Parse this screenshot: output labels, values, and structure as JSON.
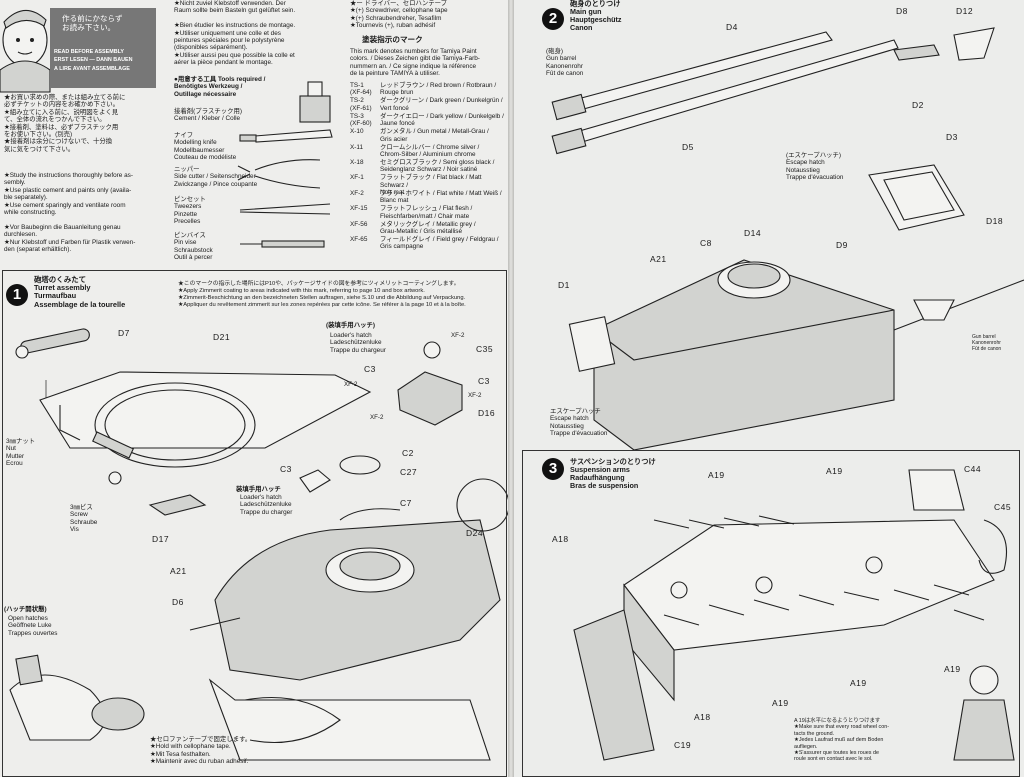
{
  "header": {
    "jp_note": "作る前にかならず\nお読み下さい。",
    "en_note": "READ BEFORE ASSEMBLY",
    "de_note": "ERST LESEN — DANN BAUEN",
    "fr_note": "A LIRE AVANT ASSEMBLAGE"
  },
  "left_intro": {
    "jp_text": "★お買い求めの際、または組み立てる前に\n必ずチケットの内容をお確かめ下さい。\n★組み立てに入る前に、説明図をよく見\nて、全体の流れをつかんで下さい。\n★接着剤、塗料は、必ずプラスチック用\nをお使い下さい。(別売)\n★接着剤は余分につけないで、十分換\n気に気をつけて下さい。",
    "en_text": "★Study the instructions thoroughly before as-\nsembly.\n★Use plastic cement and paints only (availa-\nble separately).\n★Use cement sparingly and ventilate room\nwhile constructing.",
    "de_text": "★Vor Baubeginn die Bauanleitung genau\ndurchlesen.\n★Nur Klebstoff und Farben für Plastik verwen-\nden (separat erhältlich)."
  },
  "mid_intro": {
    "text": "★Nicht zuviel Klebstoff verwenden. Der\nRaum sollte beim Basteln gut gelüftet sein.\n\n★Bien étudier les instructions de montage.\n★Utiliser uniquement une colle et des\npeintures spéciales pour le polystyrène\n(disponibles séparément).\n★Utiliser aussi peu que possible la colle et\naérer la pièce pendant le montage.",
    "tools_title": "●用意する工具 Tools required /\nBenötigtes Werkzeug /\nOutillage nécessaire",
    "tools": [
      {
        "name": "接着剤(プラスチック用)\nCement / Kleber / Colle"
      },
      {
        "name": "ナイフ\nModelling knife\nModellbaumesser\nCouteau de modéliste"
      },
      {
        "name": "ニッパー\nSide cutter / Seitenschneider\nZwickzange / Pince coupante"
      },
      {
        "name": "ピンセット\nTweezers\nPinzette\nPrecelles"
      },
      {
        "name": "ピンバイス\nPin vise\nSchraubstock\nOutil à percer"
      }
    ]
  },
  "paint_block": {
    "tool_lines": "★ー ドライバー、セロハンテープ\n★(+) Screwdriver, cellophane tape\n★(+) Schraubendreher, Tesafilm\n★Tournevis (+), ruban adhésif",
    "title": "塗装指示のマーク",
    "desc": "This mark denotes numbers for Tamiya Paint\ncolors. / Dieses Zeichen gibt die Tamiya-Farb-\nnummern an. / Ce signe indique la référence\nde la peinture TAMIYA à utiliser.",
    "colors": [
      {
        "code": "TS-1\n(XF-64)",
        "name": "レッドブラウン / Red brown / Rotbraun /\nRouge brun"
      },
      {
        "code": "TS-2\n(XF-61)",
        "name": "ダークグリーン / Dark green / Dunkelgrün /\nVert foncé"
      },
      {
        "code": "TS-3\n(XF-60)",
        "name": "ダークイエロー / Dark yellow / Dunkelgelb /\nJaune foncé"
      },
      {
        "code": "X-10",
        "name": "ガンメタル / Gun metal / Metall-Grau /\nGris acier"
      },
      {
        "code": "X-11",
        "name": "クロームシルバー / Chrome silver /\nChrom-Silber / Aluminium chrome"
      },
      {
        "code": "X-18",
        "name": "セミグロスブラック / Semi gloss black /\nSeidenglanz Schwarz / Noir satiné"
      },
      {
        "code": "XF-1",
        "name": "フラットブラック / Flat black / Matt Schwarz /\nNoir mat"
      },
      {
        "code": "XF-2",
        "name": "フラットホワイト / Flat white / Matt Weiß /\nBlanc mat"
      },
      {
        "code": "XF-15",
        "name": "フラットフレッシュ / Flat flesh /\nFleischfarben/matt / Chair mate"
      },
      {
        "code": "XF-56",
        "name": "メタリックグレイ / Metallic grey /\nGrau-Metallic / Gris métallisé"
      },
      {
        "code": "XF-65",
        "name": "フィールドグレイ / Field grey / Feldgrau /\nGris campagne"
      }
    ]
  },
  "step1": {
    "num": "1",
    "title": "砲塔のくみたて\nTurret assembly\nTurmaufbau\nAssemblage de la tourelle",
    "zimmerit_note": "★このマークの指示した場所にはP10や、パッケージサイドの図を参考にツィメリットコーティングします。\n★Apply Zimmerit coating to areas indicated with this mark, referring to page 10 and box artwork.\n★Zimmerit-Beschichtung an den bezeichneten Stellen auftragen, siehe S.10 und die Abbildung auf Verpackung.\n★Appliquer du revêtement zimmerit sur les zones repérées par cette icône. Se référer à la page 10 et à la boîte.",
    "nut_label": "3㎜ナット\nNut\nMutter\nEcrou",
    "screw_label": "3㎜ビス\nScrew\nSchraube\nVis",
    "loader_hatch_jp": "(装填手用ハッチ)",
    "loader_hatch": "Loader's hatch\nLadeschützenluke\nTrappe du chargeur",
    "loader_hatch2_jp": "装填手用ハッチ",
    "loader_hatch2": "Loader's hatch\nLadeschützenluke\nTrappe du charger",
    "open_hatch_jp": "(ハッチ開状態)",
    "open_hatch": "Open hatches\nGeöffnete Luke\nTrappes ouvertes",
    "tape_note": "★セロファンテープで固定します。\n★Hold with cellophane tape.\n★Mit Tesa festhalten.\n★Maintenir avec du ruban adhésif.",
    "parts": {
      "d7a": "D7",
      "d21": "D21",
      "d17": "D17",
      "a21": "A21",
      "d6": "D6",
      "c35": "C35",
      "c3a": "C3",
      "xf2a": "XF-2",
      "xf2b": "XF-2",
      "xf2c": "XF-2",
      "xf2d": "XF-2",
      "c3b": "C3",
      "d16": "D16",
      "c2": "C2",
      "c27": "C27",
      "c3c": "C3",
      "c7": "C7",
      "d24": "D24"
    }
  },
  "step2": {
    "num": "2",
    "title": "砲身のとりつけ\nMain gun\nHauptgeschütz\nCanon",
    "gun_barrel": "(砲身)\nGun barrel\nKanonenrohr\nFût de canon",
    "escape_hatch": "(エスケープハッチ)\nEscape hatch\nNotausstieg\nTrappe d'évacuation",
    "escape_hatch2": "エスケープハッチ\nEscape hatch\nNotausstieg\nTrappe d'évacuation",
    "gun_barrel_small": "Gun barrel\nKanonenrohr\nFût de canon",
    "parts": {
      "d4": "D4",
      "d8": "D8",
      "d12": "D12",
      "d5": "D5",
      "d2": "D2",
      "d3": "D3",
      "d18": "D18",
      "c8": "C8",
      "d14": "D14",
      "d9": "D9",
      "a21": "A21",
      "d1": "D1"
    }
  },
  "step3": {
    "num": "3",
    "title": "サスペンションのとりつけ\nSuspension arms\nRadaufhängung\nBras de suspension",
    "note": "A 19は水平になるようとりつけます\n★Make sure that every road wheel con-\ntacts the ground.\n★Jedes Laufrad muß auf dem Boden\naufliegen.\n★S'assurer que toutes les roues de\nroule sont en contact avec le sol.",
    "parts": {
      "a19a": "A19",
      "a19b": "A19",
      "a19c": "A19",
      "a19d": "A19",
      "a19e": "A19",
      "a18a": "A18",
      "a18b": "A18",
      "c44": "C44",
      "c45": "C45",
      "c19": "C19"
    }
  }
}
